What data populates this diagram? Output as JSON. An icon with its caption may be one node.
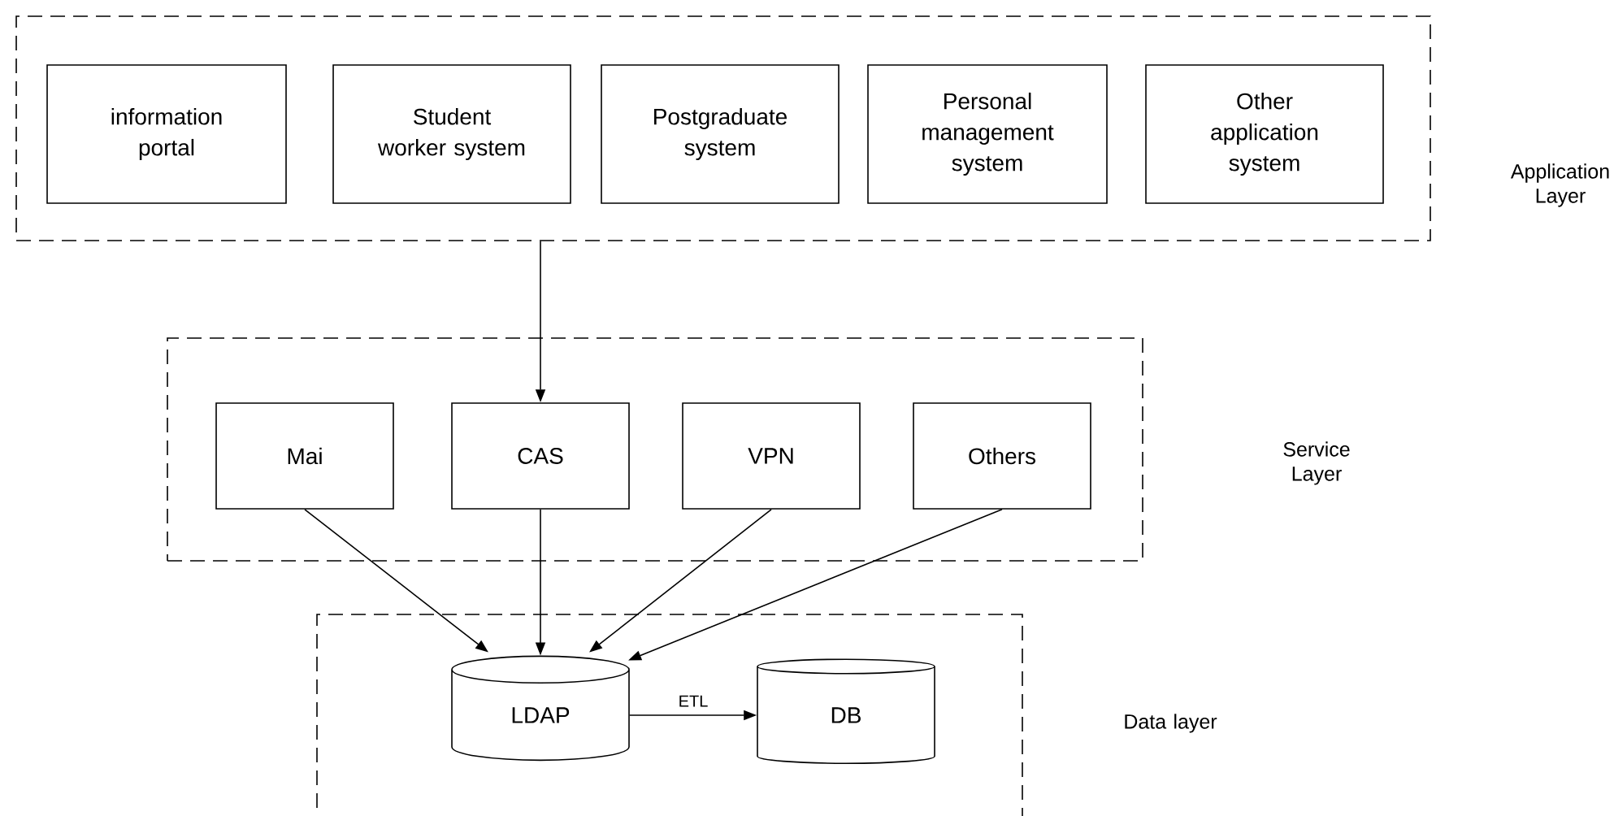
{
  "diagram": {
    "nodes": [
      {
        "text": [],
        "shape": "box"
      },
      {
        "text": [
          "information portal"
        ],
        "in": 0
      },
      {
        "text": [
          "Student worker system"
        ],
        "in": 0
      },
      {
        "text": [
          "Postgraduate system"
        ],
        "in": 0
      },
      {
        "text": [
          "Personal management system"
        ],
        "in": 0
      },
      {
        "text": [
          "Other application system"
        ],
        "in": 0
      },
      {
        "text": [],
        "shape": "box"
      },
      {
        "text": [
          "Mai"
        ],
        "in": 6
      },
      {
        "text": [
          "CAS"
        ],
        "in": 6
      },
      {
        "text": [
          "VPN"
        ],
        "in": 6
      },
      {
        "text": [
          "Others"
        ],
        "in": 6
      },
      {
        "text": [],
        "shape": "box"
      },
      {
        "text": [
          "LDAP"
        ],
        "in": 11
      },
      {
        "text": [
          "DB"
        ],
        "in": 11
      }
    ],
    "edges": [
      {
        "from": 0,
        "to": 8,
        "arrow": "to"
      },
      {
        "from": 7,
        "to": 12,
        "arrow": "to"
      },
      {
        "from": 8,
        "to": 12,
        "arrow": "to"
      },
      {
        "from": 9,
        "to": 12,
        "arrow": "to"
      },
      {
        "from": 10,
        "to": 12,
        "arrow": "to"
      },
      {
        "from": 12,
        "to": 13,
        "arrow": "to",
        "label": "ETL"
      }
    ],
    "labels": [
      "Application Layer",
      "Service Layer",
      "Data layer"
    ]
  }
}
